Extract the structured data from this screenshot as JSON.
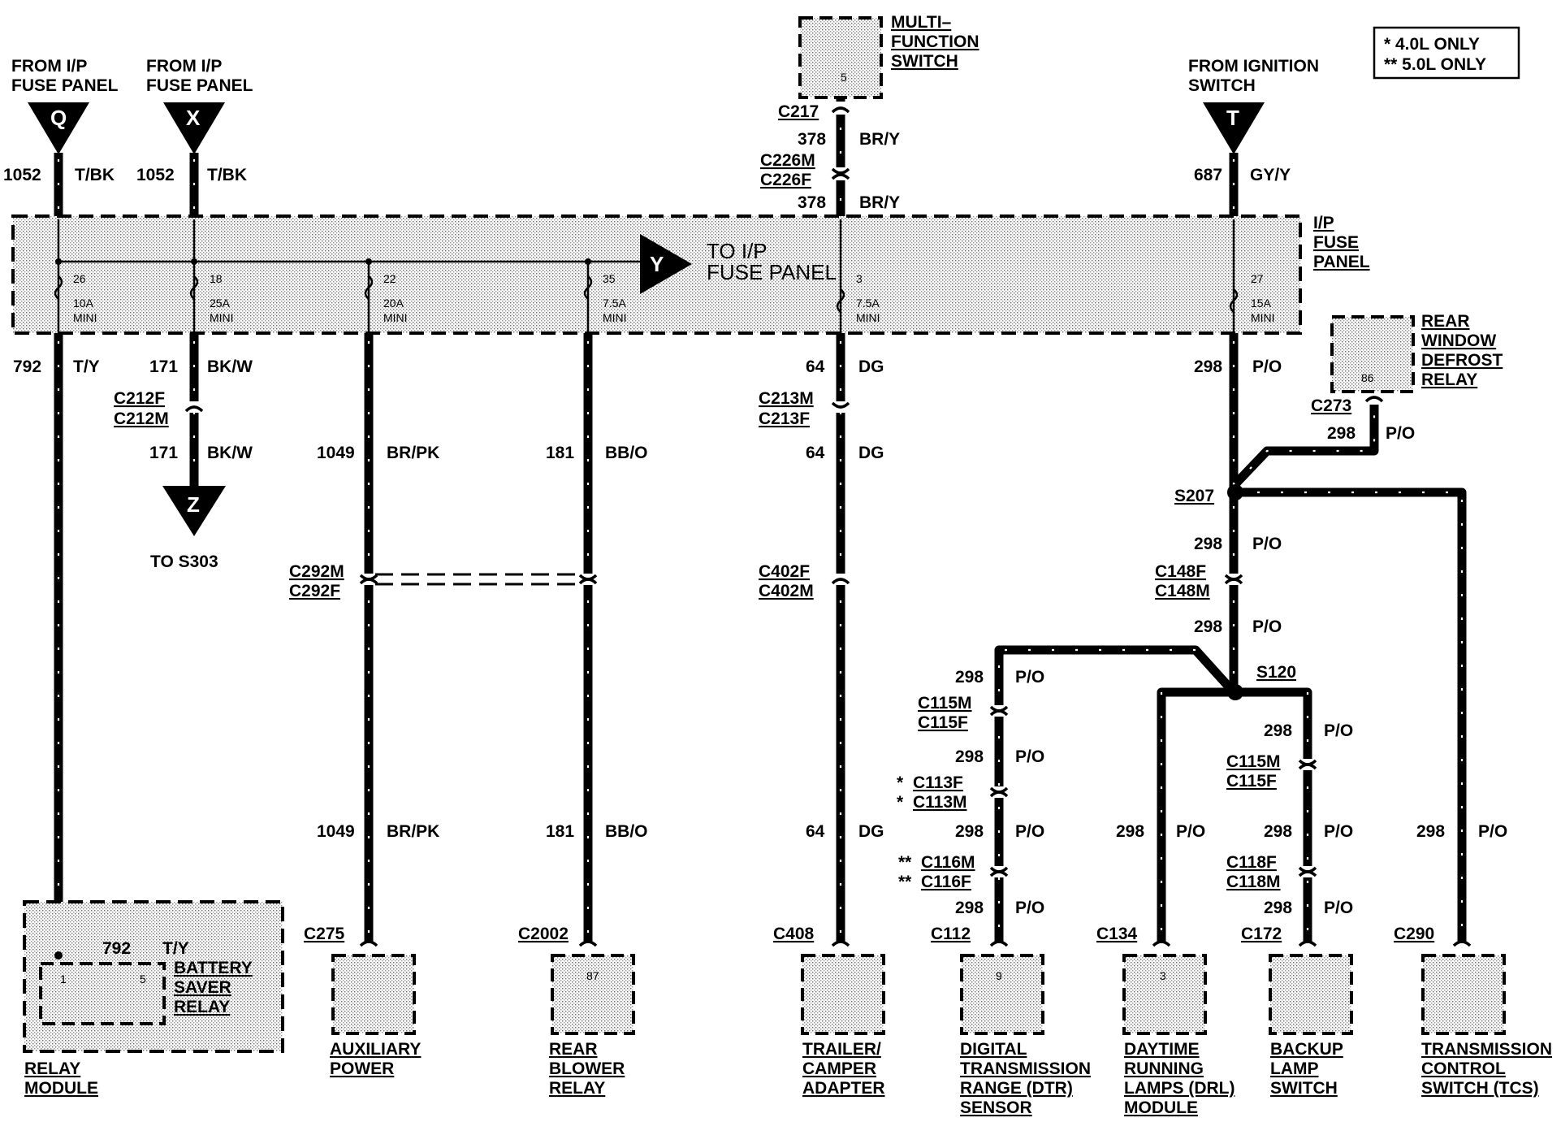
{
  "legend": {
    "line1": "*    4.0L ONLY",
    "line2": "**   5.0L ONLY"
  },
  "sources": {
    "q_from": [
      "FROM I/P",
      "FUSE PANEL"
    ],
    "x_from": [
      "FROM I/P",
      "FUSE PANEL"
    ],
    "t_from": [
      "FROM IGNITION",
      "SWITCH"
    ],
    "q": "Q",
    "x": "X",
    "t": "T",
    "y": "Y",
    "z": "Z",
    "y_to": [
      "TO I/P",
      "FUSE PANEL"
    ],
    "z_to": "TO S303"
  },
  "components": {
    "multifunction": [
      "MULTI–",
      "FUNCTION",
      "SWITCH"
    ],
    "multifunction_pin": "5",
    "ip_fuse_panel": [
      "I/P",
      "FUSE",
      "PANEL"
    ],
    "rear_window": [
      "REAR",
      "WINDOW",
      "DEFROST",
      "RELAY"
    ],
    "rear_window_pin": "86",
    "relay_module": [
      "RELAY",
      "MODULE"
    ],
    "battery_saver": [
      "BATTERY",
      "SAVER",
      "RELAY"
    ],
    "bs_pin1": "1",
    "bs_pin5": "5",
    "bs_wire": "792",
    "bs_color": "T/Y",
    "auxiliary": [
      "AUXILIARY",
      "POWER"
    ],
    "rear_blower": [
      "REAR",
      "BLOWER",
      "RELAY"
    ],
    "rear_blower_pin": "87",
    "trailer": [
      "TRAILER/",
      "CAMPER",
      "ADAPTER"
    ],
    "dtr": [
      "DIGITAL",
      "TRANSMISSION",
      "RANGE (DTR)",
      "SENSOR"
    ],
    "dtr_pin": "9",
    "drl": [
      "DAYTIME",
      "RUNNING",
      "LAMPS (DRL)",
      "MODULE"
    ],
    "drl_pin": "3",
    "backup": [
      "BACKUP",
      "LAMP",
      "SWITCH"
    ],
    "tcs": [
      "TRANSMISSION",
      "CONTROL",
      "SWITCH (TCS)"
    ]
  },
  "fuses": {
    "f26": {
      "num": "26",
      "rating": "10A",
      "type": "MINI"
    },
    "f18": {
      "num": "18",
      "rating": "25A",
      "type": "MINI"
    },
    "f22": {
      "num": "22",
      "rating": "20A",
      "type": "MINI"
    },
    "f35": {
      "num": "35",
      "rating": "7.5A",
      "type": "MINI"
    },
    "f3": {
      "num": "3",
      "rating": "7.5A",
      "type": "MINI"
    },
    "f27": {
      "num": "27",
      "rating": "15A",
      "type": "MINI"
    }
  },
  "wires": {
    "w1052a": "1052",
    "c1052a": "T/BK",
    "w1052b": "1052",
    "c1052b": "T/BK",
    "w687": "687",
    "c687": "GY/Y",
    "w378a": "378",
    "c378a": "BR/Y",
    "w378b": "378",
    "c378b": "BR/Y",
    "w792": "792",
    "c792": "T/Y",
    "w171a": "171",
    "c171a": "BK/W",
    "w171b": "171",
    "c171b": "BK/W",
    "w1049a": "1049",
    "c1049a": "BR/PK",
    "w1049b": "1049",
    "c1049b": "BR/PK",
    "w181a": "181",
    "c181a": "BB/O",
    "w181b": "181",
    "c181b": "BB/O",
    "w64a": "64",
    "c64a": "DG",
    "w64b": "64",
    "c64b": "DG",
    "w64c": "64",
    "c64c": "DG",
    "w298": "298",
    "c298": "P/O"
  },
  "connectors": {
    "c217": "C217",
    "c226m": "C226M",
    "c226f": "C226F",
    "c212f": "C212F",
    "c212m": "C212M",
    "c213m": "C213M",
    "c213f": "C213F",
    "c273": "C273",
    "s207": "S207",
    "c292m": "C292M",
    "c292f": "C292F",
    "c402f": "C402F",
    "c402m": "C402M",
    "c148f": "C148F",
    "c148m": "C148M",
    "s120": "S120",
    "c115m_a": "C115M",
    "c115f_a": "C115F",
    "c115m_b": "C115M",
    "c115f_b": "C115F",
    "c113f": "C113F",
    "c113m": "C113M",
    "c116m": "C116M",
    "c116f": "C116F",
    "c118f": "C118F",
    "c118m": "C118M",
    "c112": "C112",
    "c134": "C134",
    "c172": "C172",
    "c290": "C290",
    "c275": "C275",
    "c2002": "C2002",
    "c408": "C408",
    "star1": "*",
    "star2": "**"
  }
}
